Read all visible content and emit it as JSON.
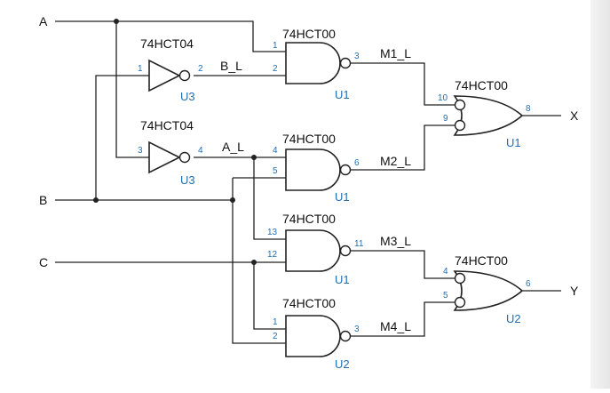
{
  "colors": {
    "wire": "#222222",
    "label": "#111111",
    "pin": "#1f6fb5"
  },
  "inputs": {
    "a": "A",
    "b": "B",
    "c": "C"
  },
  "outputs": {
    "x": "X",
    "y": "Y"
  },
  "signals": {
    "b_l": "B_L",
    "a_l": "A_L",
    "m1": "M1_L",
    "m2": "M2_L",
    "m3": "M3_L",
    "m4": "M4_L"
  },
  "gates": {
    "inv_b": {
      "part": "74HCT04",
      "unit": "U3",
      "pin_in": "1",
      "pin_out": "2"
    },
    "inv_a": {
      "part": "74HCT04",
      "unit": "U3",
      "pin_in": "3",
      "pin_out": "4"
    },
    "nand1": {
      "part": "74HCT00",
      "unit": "U1",
      "pin_a": "1",
      "pin_b": "2",
      "pin_out": "3"
    },
    "nand2": {
      "part": "74HCT00",
      "unit": "U1",
      "pin_a": "4",
      "pin_b": "5",
      "pin_out": "6"
    },
    "nand3": {
      "part": "74HCT00",
      "unit": "U1",
      "pin_a": "13",
      "pin_b": "12",
      "pin_out": "11"
    },
    "nand4": {
      "part": "74HCT00",
      "unit": "U2",
      "pin_a": "1",
      "pin_b": "2",
      "pin_out": "3"
    },
    "or_x": {
      "part": "74HCT00",
      "unit": "U1",
      "pin_a": "10",
      "pin_b": "9",
      "pin_out": "8"
    },
    "or_y": {
      "part": "74HCT00",
      "unit": "U2",
      "pin_a": "4",
      "pin_b": "5",
      "pin_out": "6"
    }
  }
}
